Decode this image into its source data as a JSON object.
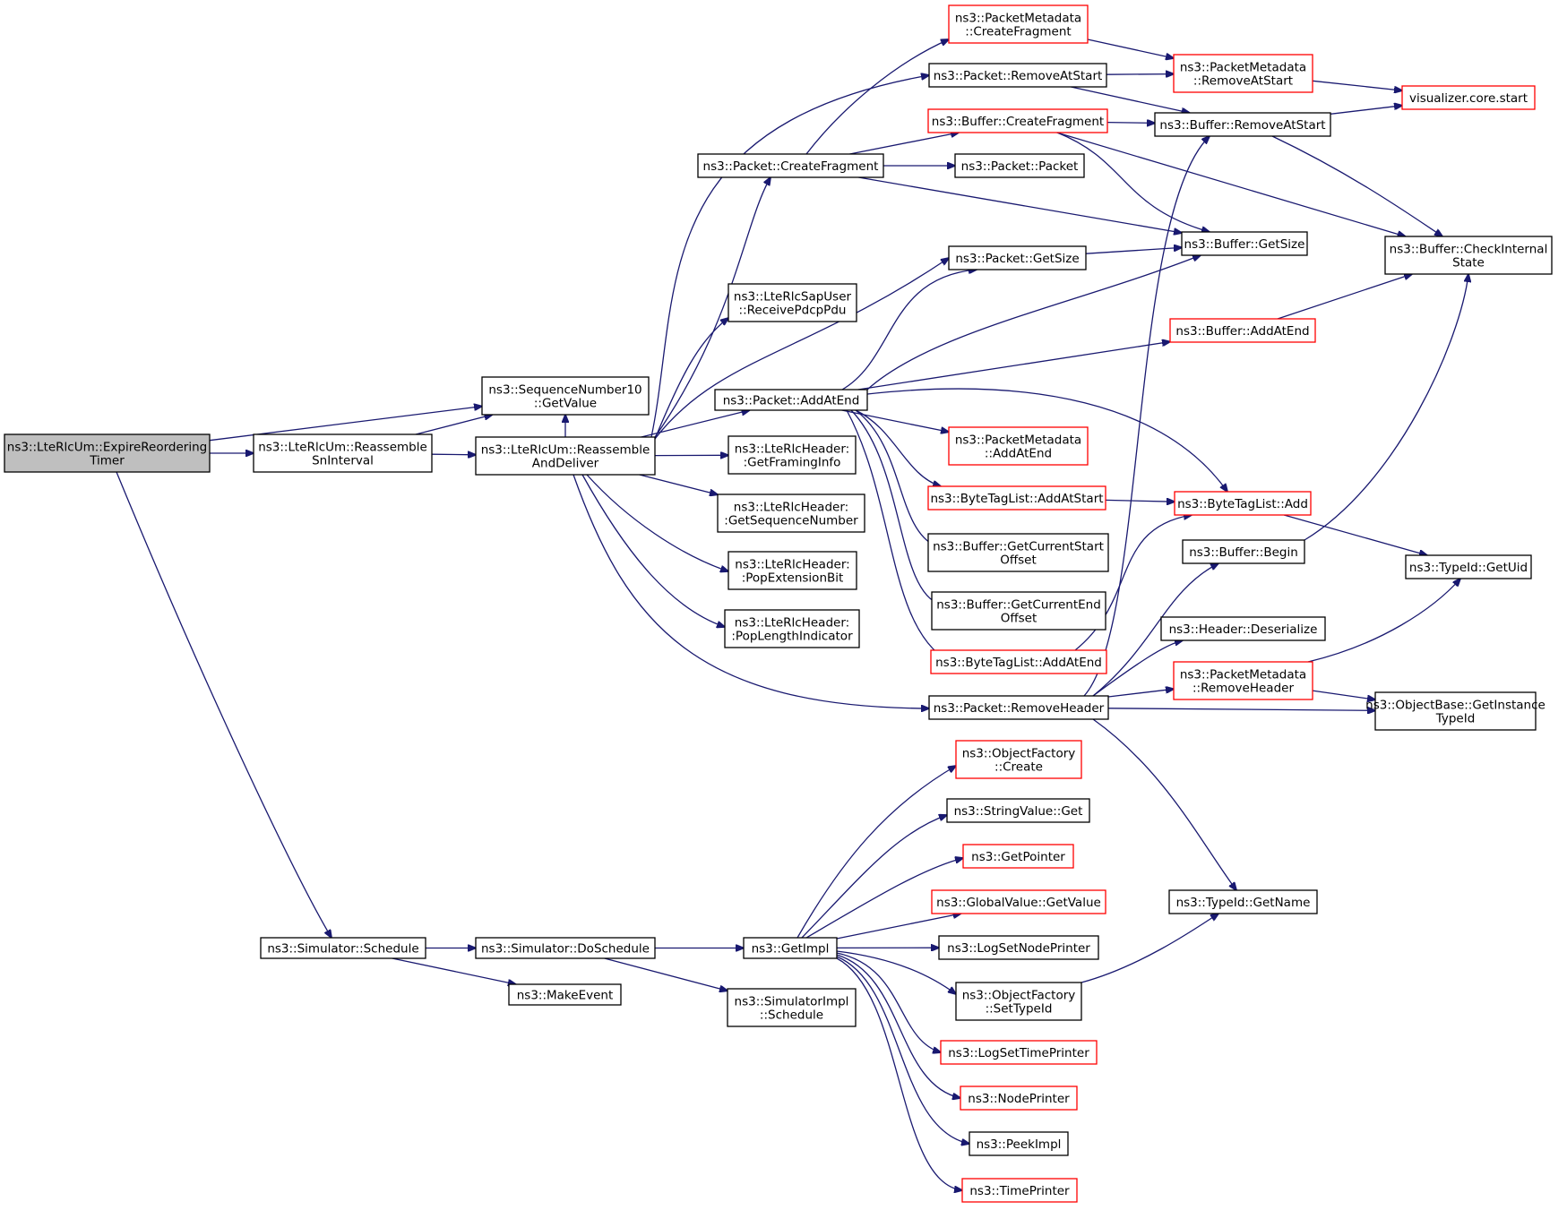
{
  "graph": {
    "colors": {
      "edge": "#191970",
      "node_border": "#000000",
      "node_border_external": "#ff0000",
      "root_fill": "#bfbfbf",
      "node_fill": "#ffffff"
    },
    "nodes": [
      {
        "id": "expire",
        "lines": [
          "ns3::LteRlcUm::ExpireReordering",
          "Timer"
        ],
        "style": "root"
      },
      {
        "id": "seqnum",
        "lines": [
          "ns3::SequenceNumber10",
          "::GetValue"
        ],
        "style": "normal"
      },
      {
        "id": "reasm_sn",
        "lines": [
          "ns3::LteRlcUm::Reassemble",
          "SnInterval"
        ],
        "style": "normal"
      },
      {
        "id": "reasm_deliver",
        "lines": [
          "ns3::LteRlcUm::Reassemble",
          "AndDeliver"
        ],
        "style": "normal"
      },
      {
        "id": "sim_schedule",
        "lines": [
          "ns3::Simulator::Schedule"
        ],
        "style": "normal"
      },
      {
        "id": "sim_doschedule",
        "lines": [
          "ns3::Simulator::DoSchedule"
        ],
        "style": "normal"
      },
      {
        "id": "makeevent",
        "lines": [
          "ns3::MakeEvent"
        ],
        "style": "normal"
      },
      {
        "id": "pkt_createfrag",
        "lines": [
          "ns3::Packet::CreateFragment"
        ],
        "style": "normal"
      },
      {
        "id": "saprecv",
        "lines": [
          "ns3::LteRlcSapUser",
          "::ReceivePdcpPdu"
        ],
        "style": "normal"
      },
      {
        "id": "pkt_addatend",
        "lines": [
          "ns3::Packet::AddAtEnd"
        ],
        "style": "normal"
      },
      {
        "id": "hdr_framing",
        "lines": [
          "ns3::LteRlcHeader:",
          ":GetFramingInfo"
        ],
        "style": "normal"
      },
      {
        "id": "hdr_seqnum",
        "lines": [
          "ns3::LteRlcHeader:",
          ":GetSequenceNumber"
        ],
        "style": "normal"
      },
      {
        "id": "hdr_popext",
        "lines": [
          "ns3::LteRlcHeader:",
          ":PopExtensionBit"
        ],
        "style": "normal"
      },
      {
        "id": "hdr_poplen",
        "lines": [
          "ns3::LteRlcHeader:",
          ":PopLengthIndicator"
        ],
        "style": "normal"
      },
      {
        "id": "getimpl",
        "lines": [
          "ns3::GetImpl"
        ],
        "style": "normal"
      },
      {
        "id": "simimpl_sched",
        "lines": [
          "ns3::SimulatorImpl",
          "::Schedule"
        ],
        "style": "normal"
      },
      {
        "id": "pm_createfrag",
        "lines": [
          "ns3::PacketMetadata",
          "::CreateFragment"
        ],
        "style": "external"
      },
      {
        "id": "pkt_removeatstart",
        "lines": [
          "ns3::Packet::RemoveAtStart"
        ],
        "style": "normal"
      },
      {
        "id": "buf_createfrag",
        "lines": [
          "ns3::Buffer::CreateFragment"
        ],
        "style": "external"
      },
      {
        "id": "pkt_packet",
        "lines": [
          "ns3::Packet::Packet"
        ],
        "style": "normal"
      },
      {
        "id": "pkt_getsize",
        "lines": [
          "ns3::Packet::GetSize"
        ],
        "style": "normal"
      },
      {
        "id": "pm_addatend",
        "lines": [
          "ns3::PacketMetadata",
          "::AddAtEnd"
        ],
        "style": "external"
      },
      {
        "id": "btl_addatstart",
        "lines": [
          "ns3::ByteTagList::AddAtStart"
        ],
        "style": "external"
      },
      {
        "id": "buf_curstart",
        "lines": [
          "ns3::Buffer::GetCurrentStart",
          "Offset"
        ],
        "style": "normal"
      },
      {
        "id": "buf_curend",
        "lines": [
          "ns3::Buffer::GetCurrentEnd",
          "Offset"
        ],
        "style": "normal"
      },
      {
        "id": "btl_addatend",
        "lines": [
          "ns3::ByteTagList::AddAtEnd"
        ],
        "style": "external"
      },
      {
        "id": "pkt_removeheader",
        "lines": [
          "ns3::Packet::RemoveHeader"
        ],
        "style": "normal"
      },
      {
        "id": "of_create",
        "lines": [
          "ns3::ObjectFactory",
          "::Create"
        ],
        "style": "external"
      },
      {
        "id": "sv_get",
        "lines": [
          "ns3::StringValue::Get"
        ],
        "style": "normal"
      },
      {
        "id": "getpointer",
        "lines": [
          "ns3::GetPointer"
        ],
        "style": "external"
      },
      {
        "id": "gv_getvalue",
        "lines": [
          "ns3::GlobalValue::GetValue"
        ],
        "style": "external"
      },
      {
        "id": "logsetnode",
        "lines": [
          "ns3::LogSetNodePrinter"
        ],
        "style": "normal"
      },
      {
        "id": "of_settypeid",
        "lines": [
          "ns3::ObjectFactory",
          "::SetTypeId"
        ],
        "style": "normal"
      },
      {
        "id": "logsettime",
        "lines": [
          "ns3::LogSetTimePrinter"
        ],
        "style": "external"
      },
      {
        "id": "nodeprinter",
        "lines": [
          "ns3::NodePrinter"
        ],
        "style": "external"
      },
      {
        "id": "peekimpl",
        "lines": [
          "ns3::PeekImpl"
        ],
        "style": "normal"
      },
      {
        "id": "timeprinter",
        "lines": [
          "ns3::TimePrinter"
        ],
        "style": "external"
      },
      {
        "id": "pm_removeatstart",
        "lines": [
          "ns3::PacketMetadata",
          "::RemoveAtStart"
        ],
        "style": "external"
      },
      {
        "id": "buf_removeatstart",
        "lines": [
          "ns3::Buffer::RemoveAtStart"
        ],
        "style": "normal"
      },
      {
        "id": "buf_getsize",
        "lines": [
          "ns3::Buffer::GetSize"
        ],
        "style": "normal"
      },
      {
        "id": "buf_addatend",
        "lines": [
          "ns3::Buffer::AddAtEnd"
        ],
        "style": "external"
      },
      {
        "id": "btl_add",
        "lines": [
          "ns3::ByteTagList::Add"
        ],
        "style": "external"
      },
      {
        "id": "buf_begin",
        "lines": [
          "ns3::Buffer::Begin"
        ],
        "style": "normal"
      },
      {
        "id": "hdr_deserialize",
        "lines": [
          "ns3::Header::Deserialize"
        ],
        "style": "normal"
      },
      {
        "id": "pm_removeheader",
        "lines": [
          "ns3::PacketMetadata",
          "::RemoveHeader"
        ],
        "style": "external"
      },
      {
        "id": "typeid_getname",
        "lines": [
          "ns3::TypeId::GetName"
        ],
        "style": "normal"
      },
      {
        "id": "viz_start",
        "lines": [
          "visualizer.core.start"
        ],
        "style": "external"
      },
      {
        "id": "buf_checkstate",
        "lines": [
          "ns3::Buffer::CheckInternal",
          "State"
        ],
        "style": "normal"
      },
      {
        "id": "typeid_getuid",
        "lines": [
          "ns3::TypeId::GetUid"
        ],
        "style": "normal"
      },
      {
        "id": "ob_getinst",
        "lines": [
          "ns3::ObjectBase::GetInstance",
          "TypeId"
        ],
        "style": "normal"
      }
    ],
    "edges": [
      [
        "expire",
        "seqnum"
      ],
      [
        "expire",
        "reasm_sn"
      ],
      [
        "expire",
        "sim_schedule"
      ],
      [
        "reasm_sn",
        "seqnum"
      ],
      [
        "reasm_sn",
        "reasm_deliver"
      ],
      [
        "reasm_deliver",
        "seqnum"
      ],
      [
        "reasm_deliver",
        "pkt_removeatstart"
      ],
      [
        "reasm_deliver",
        "pkt_createfrag"
      ],
      [
        "reasm_deliver",
        "pkt_getsize"
      ],
      [
        "reasm_deliver",
        "saprecv"
      ],
      [
        "reasm_deliver",
        "pkt_addatend"
      ],
      [
        "reasm_deliver",
        "hdr_framing"
      ],
      [
        "reasm_deliver",
        "hdr_seqnum"
      ],
      [
        "reasm_deliver",
        "hdr_popext"
      ],
      [
        "reasm_deliver",
        "hdr_poplen"
      ],
      [
        "reasm_deliver",
        "pkt_removeheader"
      ],
      [
        "sim_schedule",
        "sim_doschedule"
      ],
      [
        "sim_schedule",
        "makeevent"
      ],
      [
        "sim_doschedule",
        "getimpl"
      ],
      [
        "sim_doschedule",
        "simimpl_sched"
      ],
      [
        "pkt_createfrag",
        "pm_createfrag"
      ],
      [
        "pkt_createfrag",
        "buf_createfrag"
      ],
      [
        "pkt_createfrag",
        "pkt_packet"
      ],
      [
        "pkt_createfrag",
        "buf_getsize"
      ],
      [
        "pkt_addatend",
        "pkt_getsize"
      ],
      [
        "pkt_addatend",
        "buf_getsize"
      ],
      [
        "pkt_addatend",
        "buf_addatend"
      ],
      [
        "pkt_addatend",
        "pm_addatend"
      ],
      [
        "pkt_addatend",
        "btl_addatstart"
      ],
      [
        "pkt_addatend",
        "buf_curstart"
      ],
      [
        "pkt_addatend",
        "buf_curend"
      ],
      [
        "pkt_addatend",
        "btl_addatend"
      ],
      [
        "pkt_addatend",
        "btl_add"
      ],
      [
        "getimpl",
        "of_create"
      ],
      [
        "getimpl",
        "sv_get"
      ],
      [
        "getimpl",
        "getpointer"
      ],
      [
        "getimpl",
        "gv_getvalue"
      ],
      [
        "getimpl",
        "logsetnode"
      ],
      [
        "getimpl",
        "of_settypeid"
      ],
      [
        "getimpl",
        "logsettime"
      ],
      [
        "getimpl",
        "nodeprinter"
      ],
      [
        "getimpl",
        "peekimpl"
      ],
      [
        "getimpl",
        "timeprinter"
      ],
      [
        "pm_createfrag",
        "pm_removeatstart"
      ],
      [
        "pkt_removeatstart",
        "pm_removeatstart"
      ],
      [
        "pkt_removeatstart",
        "buf_removeatstart"
      ],
      [
        "buf_createfrag",
        "buf_removeatstart"
      ],
      [
        "buf_createfrag",
        "buf_getsize"
      ],
      [
        "buf_createfrag",
        "buf_checkstate"
      ],
      [
        "pkt_getsize",
        "buf_getsize"
      ],
      [
        "btl_addatstart",
        "btl_add"
      ],
      [
        "btl_addatend",
        "btl_add"
      ],
      [
        "pkt_removeheader",
        "buf_removeatstart"
      ],
      [
        "pkt_removeheader",
        "buf_begin"
      ],
      [
        "pkt_removeheader",
        "hdr_deserialize"
      ],
      [
        "pkt_removeheader",
        "pm_removeheader"
      ],
      [
        "pkt_removeheader",
        "ob_getinst"
      ],
      [
        "pkt_removeheader",
        "typeid_getname"
      ],
      [
        "of_settypeid",
        "typeid_getname"
      ],
      [
        "pm_removeatstart",
        "viz_start"
      ],
      [
        "buf_removeatstart",
        "viz_start"
      ],
      [
        "buf_removeatstart",
        "buf_checkstate"
      ],
      [
        "buf_addatend",
        "buf_checkstate"
      ],
      [
        "btl_add",
        "typeid_getuid"
      ],
      [
        "buf_begin",
        "buf_checkstate"
      ],
      [
        "pm_removeheader",
        "typeid_getuid"
      ],
      [
        "pm_removeheader",
        "ob_getinst"
      ]
    ]
  }
}
